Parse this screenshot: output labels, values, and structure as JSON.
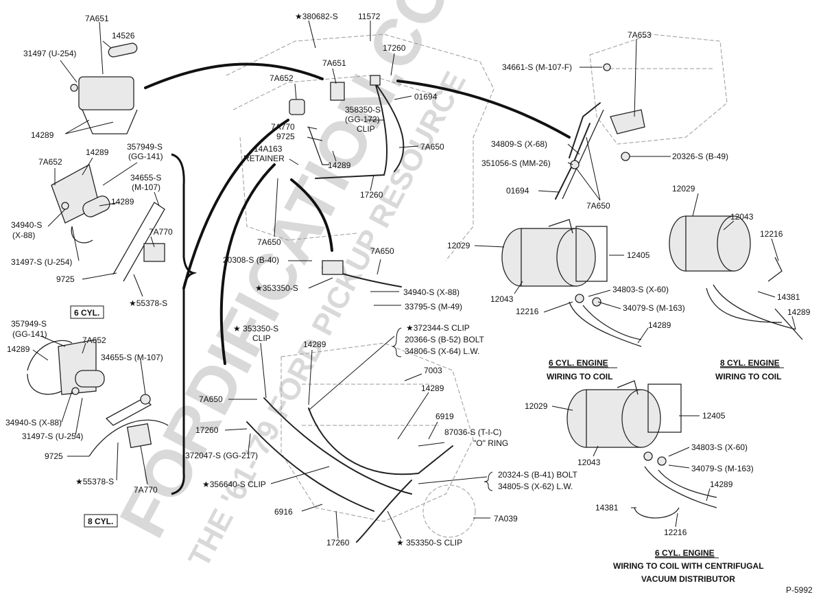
{
  "watermark": {
    "main": "FORDIFICATION.COM",
    "sub": "THE '61-'79 FORD PICKUP RESOURCE"
  },
  "labels": {
    "l_7A651_a": "7A651",
    "l_14526": "14526",
    "l_31497_u254": "31497 (U-254)",
    "l_14289_a": "14289",
    "l_7A652_a": "7A652",
    "l_14289_b": "14289",
    "l_357949_a": "357949-S",
    "l_gg141_a": "(GG-141)",
    "l_34655_a": "34655-S",
    "l_m107_a": "(M-107)",
    "l_14289_c": "14289",
    "l_7A770_a": "7A770",
    "l_34940_a": "34940-S",
    "l_x88_a": "(X-88)",
    "l_31497s_a": "31497-S (U-254)",
    "l_9725_a": "9725",
    "l_55378_a": "★55378-S",
    "l_6cyl_box": "6 CYL.",
    "l_357949_b": "357949-S",
    "l_gg141_b": "(GG-141)",
    "l_14289_d": "14289",
    "l_7A652_b": "7A652",
    "l_34655_b": "34655-S (M-107)",
    "l_34940_b": "34940-S (X-88)",
    "l_31497s_b": "31497-S (U-254)",
    "l_9725_b": "9725",
    "l_55378_b": "★55378-S",
    "l_7A770_b": "7A770",
    "l_8cyl_box": "8 CYL.",
    "l_380682": "★380682-S",
    "l_11572": "11572",
    "l_17260_a": "17260",
    "l_7A651_b": "7A651",
    "l_7A652_c": "7A652",
    "l_358350": "358350-S",
    "l_gg172": "(GG-172)",
    "l_clip_a": "CLIP",
    "l_01694_a": "01694",
    "l_7A770_c": "7A770",
    "l_9725_c": "9725",
    "l_14A163": "14A163",
    "l_retainer": "RETAINER",
    "l_14289_e": "14289",
    "l_7A650_a": "7A650",
    "l_17260_b": "17260",
    "l_7A650_b": "7A650",
    "l_20308": "20308-S (B-40)",
    "l_7A650_c": "7A650",
    "l_353350_a": "★353350-S",
    "l_34940_c": "34940-S (X-88)",
    "l_33795": "33795-S (M-49)",
    "l_7A653": "7A653",
    "l_34661": "34661-S (M-107-F)",
    "l_34809": "34809-S (X-68)",
    "l_351056": "351056-S (MM-26)",
    "l_01694_b": "01694",
    "l_7A650_d": "7A650",
    "l_20326": "20326-S (B-49)",
    "l_12029_a": "12029",
    "l_12405_a": "12405",
    "l_12043_a": "12043",
    "l_34803_a": "34803-S (X-60)",
    "l_12216_a": "12216",
    "l_34079_a": "34079-S (M-163)",
    "l_14289_f": "14289",
    "l_6cyl_eng_a": "6 CYL. ENGINE",
    "l_wiring_a": "WIRING TO COIL",
    "l_12029_b": "12029",
    "l_12043_b": "12043",
    "l_12216_b": "12216",
    "l_14381_a": "14381",
    "l_14289_g": "14289",
    "l_8cyl_eng": "8 CYL. ENGINE",
    "l_wiring_b": "WIRING TO COIL",
    "l_353350_clip": "★ 353350-S",
    "l_clip_b": "CLIP",
    "l_14289_h": "14289",
    "l_372344": "★372344-S CLIP",
    "l_20366": "20366-S (B-52) BOLT",
    "l_34806": "34806-S (X-64) L.W.",
    "l_7003": "7003",
    "l_14289_i": "14289",
    "l_7A650_e": "7A650",
    "l_6919": "6919",
    "l_17260_c": "17260",
    "l_87036": "87036-S (T-I-C)",
    "l_oring": "\"O\" RING",
    "l_372047": "372047-S (GG-217)",
    "l_20324": "20324-S (B-41) BOLT",
    "l_34805": "34805-S (X-62) L.W.",
    "l_356640": "★356640-S CLIP",
    "l_6916": "6916",
    "l_7A039": "7A039",
    "l_17260_d": "17260",
    "l_353350_b": "★ 353350-S CLIP",
    "l_12029_c": "12029",
    "l_12405_b": "12405",
    "l_12043_c": "12043",
    "l_34803_b": "34803-S (X-60)",
    "l_34079_b": "34079-S (M-163)",
    "l_14289_j": "14289",
    "l_14381_b": "14381",
    "l_12216_c": "12216",
    "l_6cyl_eng_b": "6 CYL. ENGINE",
    "l_wiring_c": "WIRING TO COIL WITH CENTRIFUGAL",
    "l_vacuum": "VACUUM DISTRIBUTOR",
    "l_p5992": "P-5992"
  }
}
